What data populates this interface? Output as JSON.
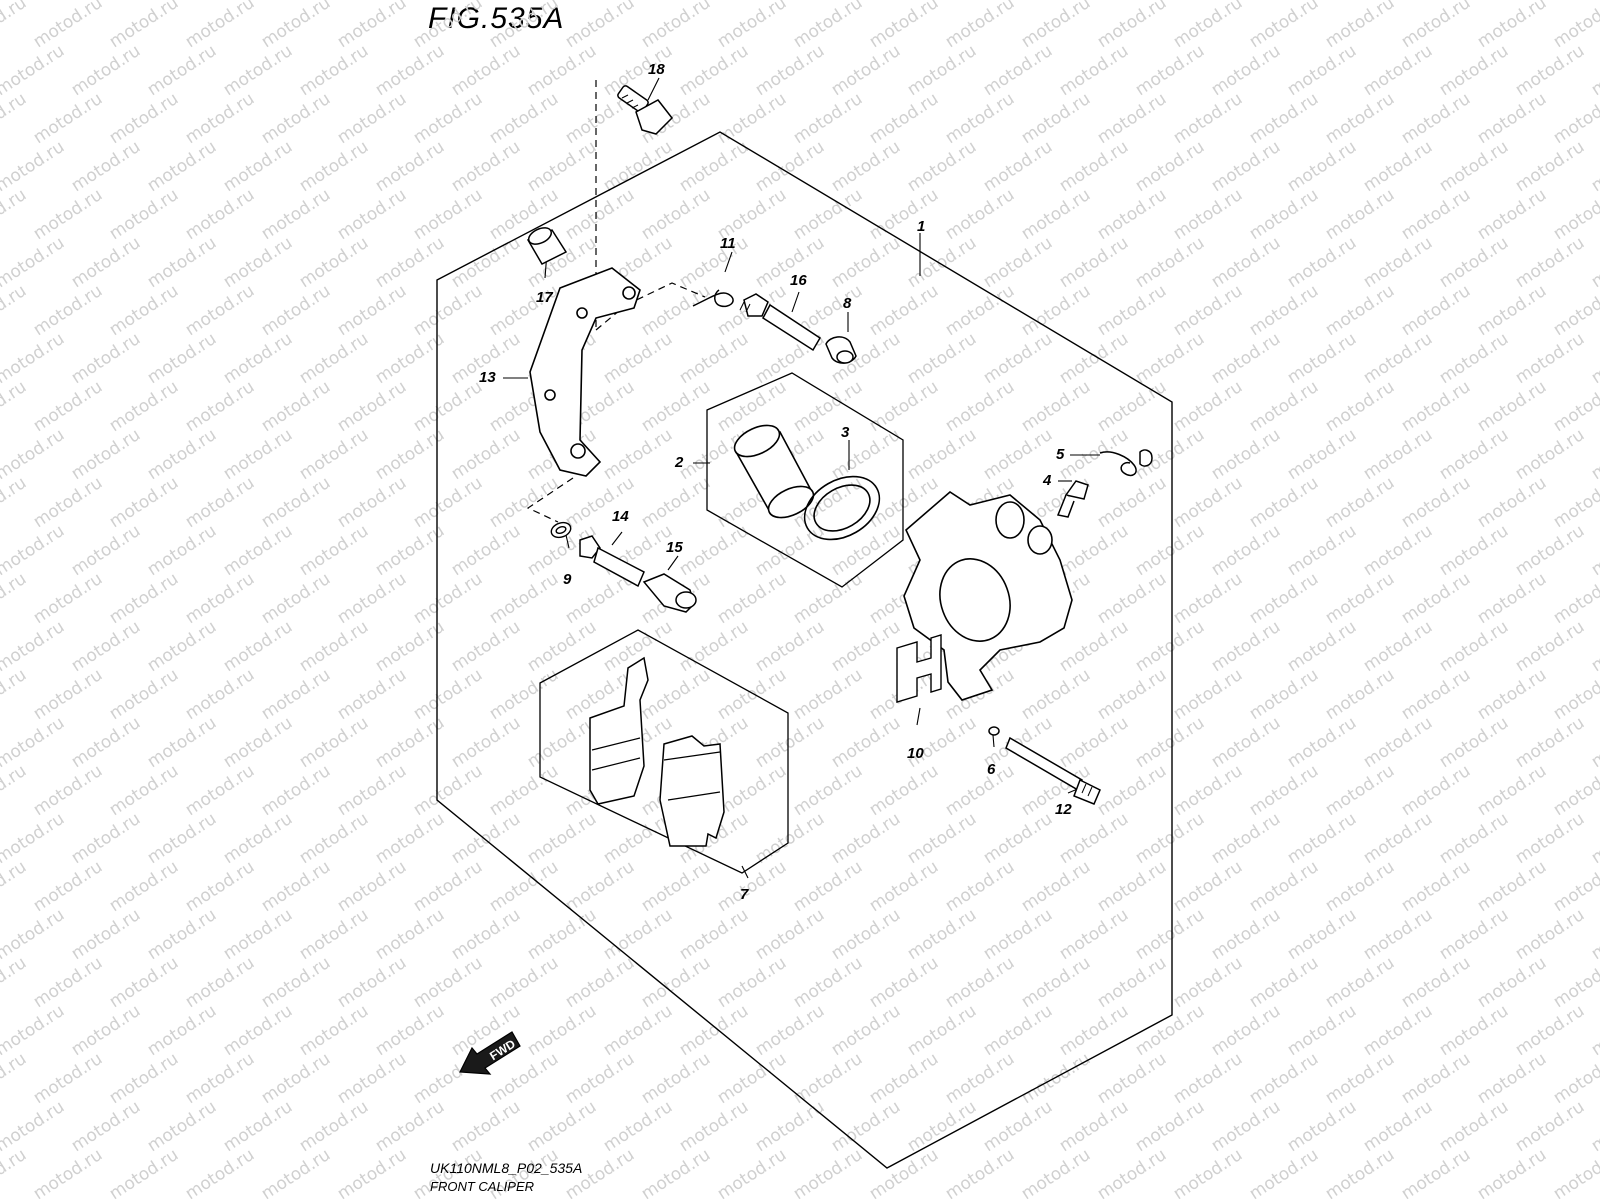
{
  "figure": {
    "title": "FIG.535A",
    "model_code": "UK110NML8_P02_535A",
    "caption": "FRONT CALIPER"
  },
  "watermark": {
    "text": "motod.ru",
    "color": "#d0d0d0"
  },
  "direction_badge": {
    "label": "FWD",
    "icon": "forward-arrow-icon"
  },
  "parts": [
    {
      "callout": "1",
      "part": "caliper-assembly"
    },
    {
      "callout": "2",
      "part": "piston-set"
    },
    {
      "callout": "3",
      "part": "piston-seal"
    },
    {
      "callout": "4",
      "part": "bleeder-valve"
    },
    {
      "callout": "5",
      "part": "bleeder-cap"
    },
    {
      "callout": "6",
      "part": "o-ring"
    },
    {
      "callout": "7",
      "part": "brake-pad-set"
    },
    {
      "callout": "8",
      "part": "boot"
    },
    {
      "callout": "9",
      "part": "washer"
    },
    {
      "callout": "10",
      "part": "pad-spring"
    },
    {
      "callout": "11",
      "part": "spring-clip"
    },
    {
      "callout": "12",
      "part": "pad-pin"
    },
    {
      "callout": "13",
      "part": "caliper-bracket"
    },
    {
      "callout": "14",
      "part": "slide-pin"
    },
    {
      "callout": "15",
      "part": "slide-pin-boot"
    },
    {
      "callout": "16",
      "part": "slide-pin"
    },
    {
      "callout": "17",
      "part": "collar"
    },
    {
      "callout": "18",
      "part": "bolt"
    }
  ]
}
